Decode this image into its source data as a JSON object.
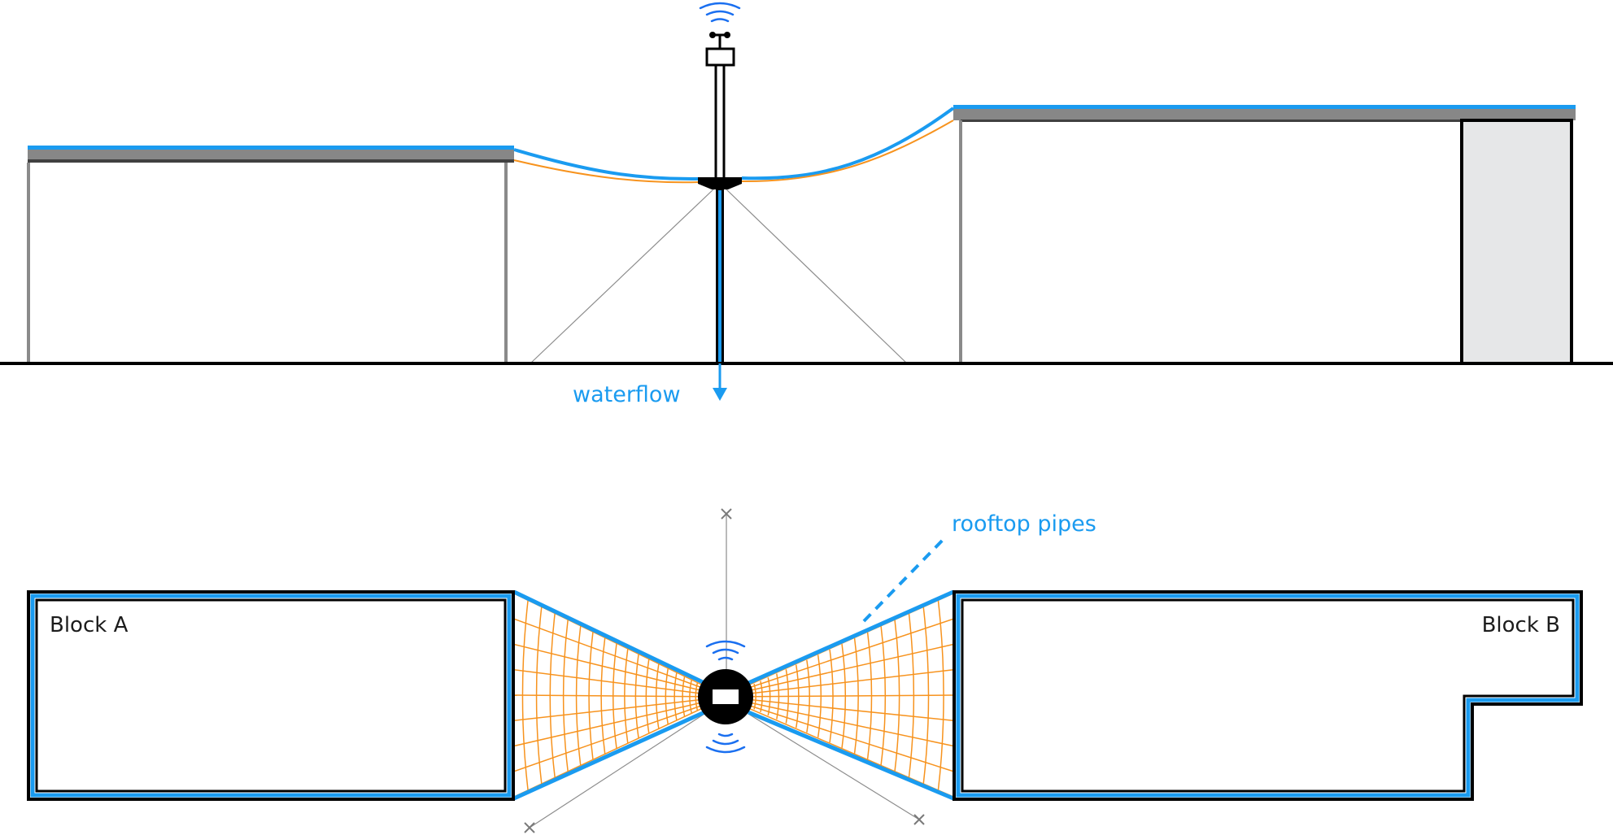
{
  "diagram": {
    "title": "Rooftop rainwater collection — elevation and plan views",
    "colors": {
      "pipe_blue": "#1a9bf0",
      "membrane_orange": "#f7931e",
      "roof_gray": "#878787",
      "roof_dark": "#404040",
      "wall_gray": "#8a8a8a",
      "shaded_block": "#e6e7e8",
      "outline_black": "#000000",
      "guy_wire": "#8c8c8c",
      "wave_blue": "#1a6ff0"
    },
    "elevation_view": {
      "labels": {
        "waterflow": "waterflow"
      },
      "elements": [
        "left-building",
        "right-building",
        "central-mast",
        "sensor-box",
        "wind-vane",
        "collection-funnel",
        "drain-pipe",
        "guy-wires",
        "ground-line"
      ]
    },
    "plan_view": {
      "labels": {
        "block_a": "Block A",
        "block_b": "Block B",
        "rooftop_pipes": "rooftop pipes"
      },
      "mesh": {
        "radial_lines_per_side": 9,
        "arc_rings_per_side": 17
      }
    }
  }
}
